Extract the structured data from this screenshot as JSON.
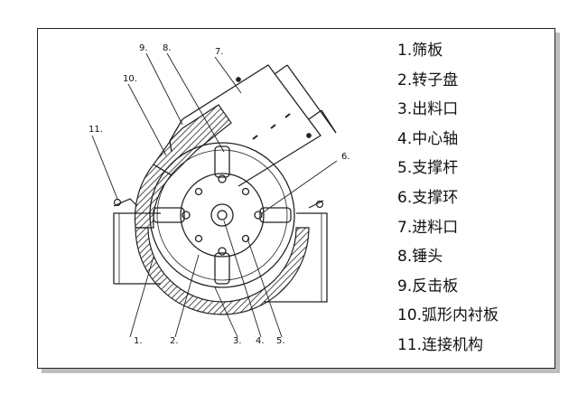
{
  "callouts": [
    "1.",
    "2.",
    "3.",
    "4.",
    "5.",
    "6.",
    "7.",
    "8.",
    "9.",
    "10.",
    "11."
  ],
  "legend": [
    {
      "num": "1.",
      "text": "筛板"
    },
    {
      "num": "2.",
      "text": "转子盘"
    },
    {
      "num": "3.",
      "text": "出料口"
    },
    {
      "num": "4.",
      "text": "中心轴"
    },
    {
      "num": "5.",
      "text": "支撑杆"
    },
    {
      "num": "6.",
      "text": "支撑环"
    },
    {
      "num": "7.",
      "text": "进料口"
    },
    {
      "num": "8.",
      "text": "锤头"
    },
    {
      "num": "9.",
      "text": "反击板"
    },
    {
      "num": "10.",
      "text": "弧形内衬板"
    },
    {
      "num": "11.",
      "text": "连接机构"
    }
  ]
}
